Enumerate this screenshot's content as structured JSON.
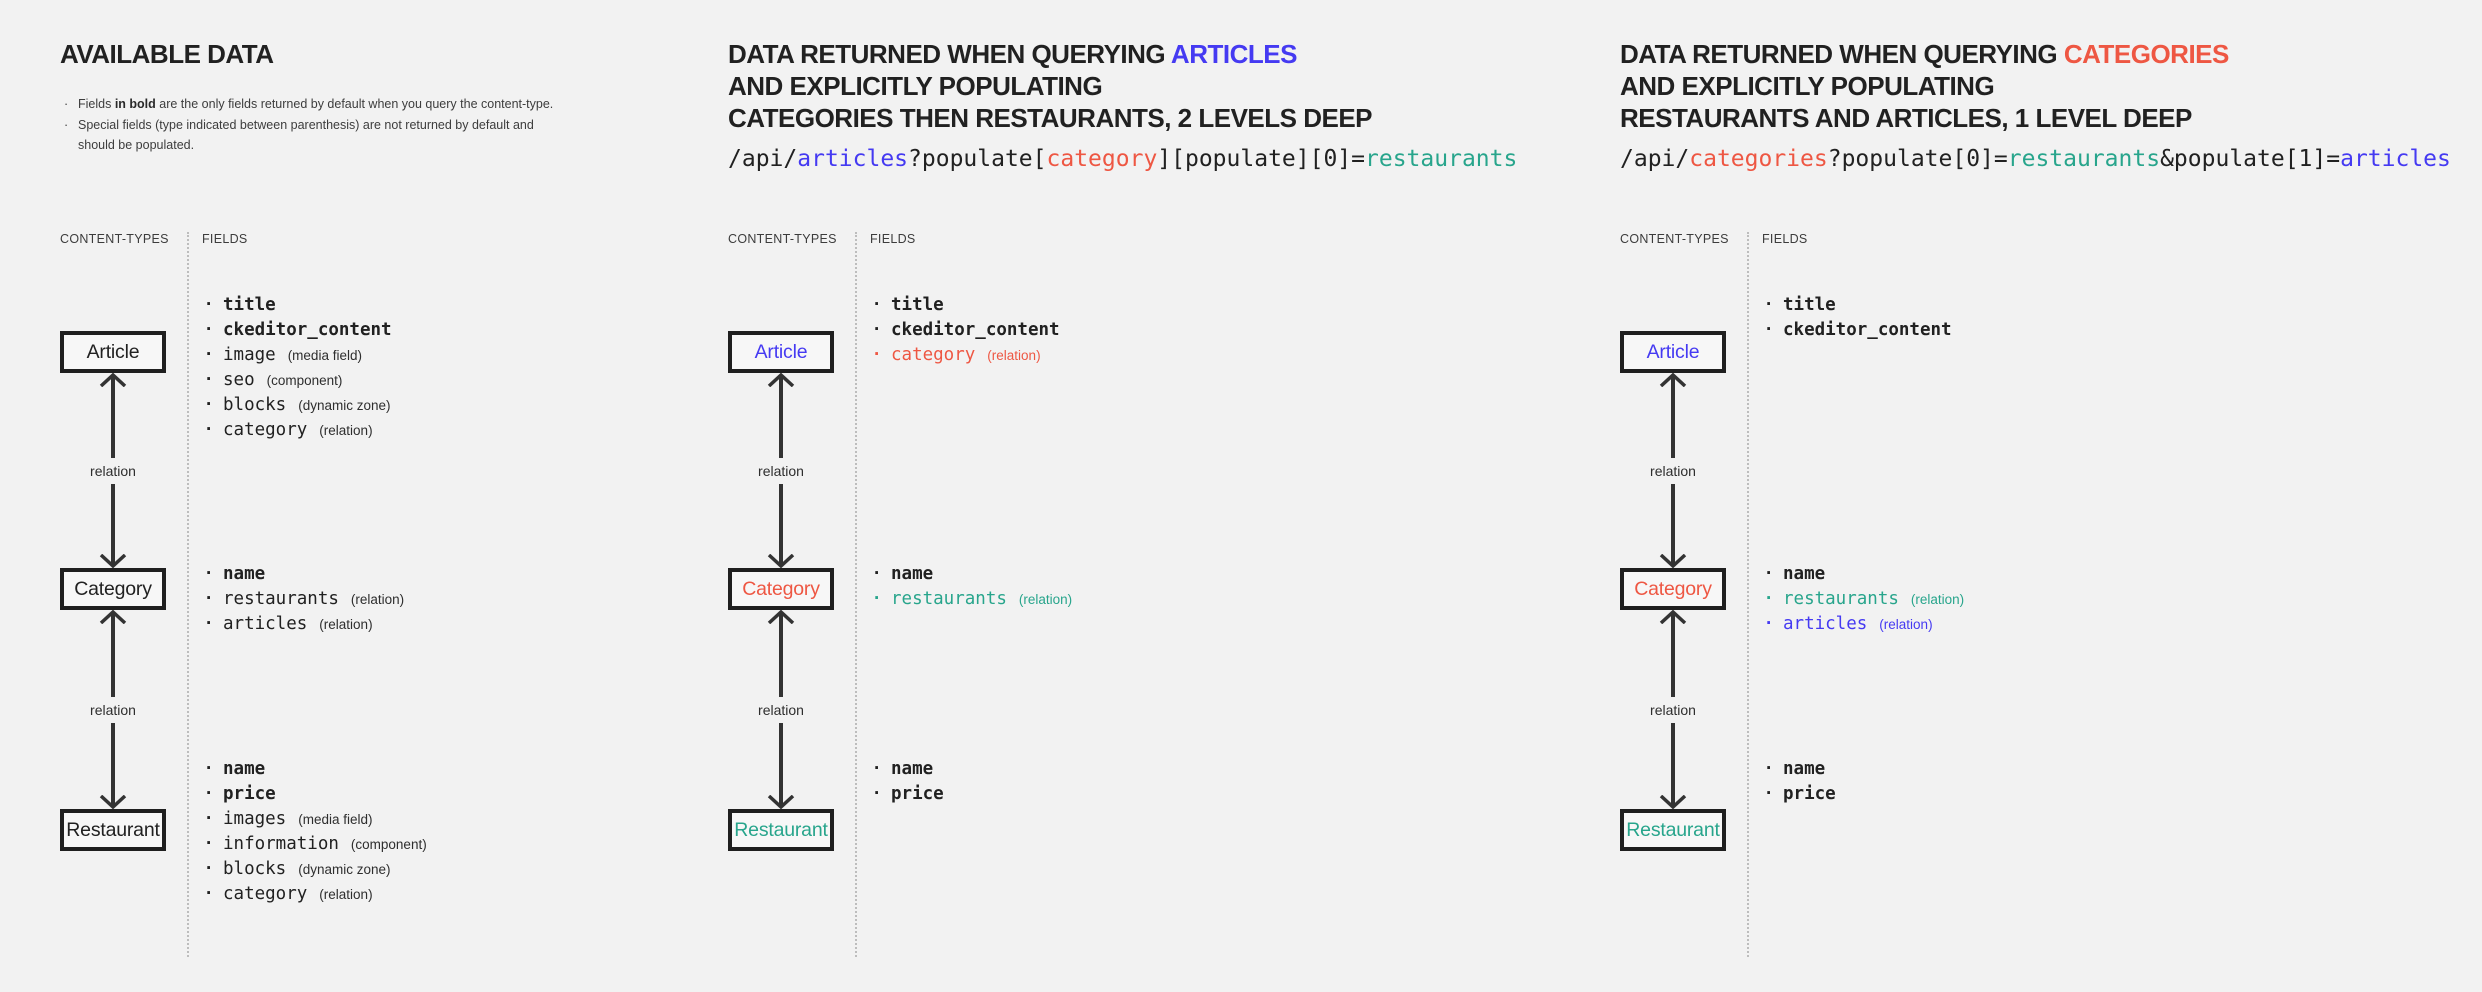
{
  "colors": {
    "background": "#f2f2f2",
    "dark": "#212121",
    "blue": "#453af2",
    "red": "#ee5743",
    "teal": "#28a58c"
  },
  "relation_label": "relation",
  "columns": [
    {
      "id": "available-data",
      "title_lines": [
        [
          {
            "t": "AVAILABLE DATA",
            "c": "dark"
          }
        ]
      ],
      "notes": [
        [
          {
            "t": "Fields ",
            "b": false
          },
          {
            "t": "in bold",
            "b": true
          },
          {
            "t": " are the only fields returned by default when you query the content-type.",
            "b": false
          }
        ],
        [
          {
            "t": "Special fields (type indicated between parenthesis) are not returned by default and should be populated.",
            "b": false
          }
        ]
      ],
      "code": [],
      "labels": {
        "content_types": "CONTENT-TYPES",
        "fields": "FIELDS"
      },
      "entities": [
        {
          "name": "Article",
          "color": "dark",
          "fields": [
            {
              "name": "title",
              "bold": true,
              "color": "dark",
              "note": ""
            },
            {
              "name": "ckeditor_content",
              "bold": true,
              "color": "dark",
              "note": ""
            },
            {
              "name": "image",
              "bold": false,
              "color": "dark",
              "note": "(media field)"
            },
            {
              "name": "seo",
              "bold": false,
              "color": "dark",
              "note": "(component)"
            },
            {
              "name": "blocks",
              "bold": false,
              "color": "dark",
              "note": "(dynamic zone)"
            },
            {
              "name": "category",
              "bold": false,
              "color": "dark",
              "note": "(relation)"
            }
          ]
        },
        {
          "name": "Category",
          "color": "dark",
          "fields": [
            {
              "name": "name",
              "bold": true,
              "color": "dark",
              "note": ""
            },
            {
              "name": "restaurants",
              "bold": false,
              "color": "dark",
              "note": "(relation)"
            },
            {
              "name": "articles",
              "bold": false,
              "color": "dark",
              "note": "(relation)"
            }
          ]
        },
        {
          "name": "Restaurant",
          "color": "dark",
          "fields": [
            {
              "name": "name",
              "bold": true,
              "color": "dark",
              "note": ""
            },
            {
              "name": "price",
              "bold": true,
              "color": "dark",
              "note": ""
            },
            {
              "name": "images",
              "bold": false,
              "color": "dark",
              "note": "(media field)"
            },
            {
              "name": "information",
              "bold": false,
              "color": "dark",
              "note": "(component)"
            },
            {
              "name": "blocks",
              "bold": false,
              "color": "dark",
              "note": "(dynamic zone)"
            },
            {
              "name": "category",
              "bold": false,
              "color": "dark",
              "note": "(relation)"
            }
          ]
        }
      ]
    },
    {
      "id": "query-articles",
      "title_lines": [
        [
          {
            "t": "DATA RETURNED WHEN QUERYING ",
            "c": "dark"
          },
          {
            "t": "ARTICLES",
            "c": "blue"
          }
        ],
        [
          {
            "t": "AND EXPLICITLY POPULATING",
            "c": "dark"
          }
        ],
        [
          {
            "t": "CATEGORIES THEN RESTAURANTS, 2 LEVELS DEEP",
            "c": "dark"
          }
        ]
      ],
      "notes": [],
      "code": [
        {
          "t": "/api/",
          "c": "dark"
        },
        {
          "t": "articles",
          "c": "blue"
        },
        {
          "t": "?populate[",
          "c": "dark"
        },
        {
          "t": "category",
          "c": "red"
        },
        {
          "t": "][populate][0]=",
          "c": "dark"
        },
        {
          "t": "restaurants",
          "c": "teal"
        }
      ],
      "labels": {
        "content_types": "CONTENT-TYPES",
        "fields": "FIELDS"
      },
      "entities": [
        {
          "name": "Article",
          "color": "blue",
          "fields": [
            {
              "name": "title",
              "bold": true,
              "color": "dark",
              "note": ""
            },
            {
              "name": "ckeditor_content",
              "bold": true,
              "color": "dark",
              "note": ""
            },
            {
              "name": "category",
              "bold": false,
              "color": "red",
              "note": "(relation)"
            }
          ]
        },
        {
          "name": "Category",
          "color": "red",
          "fields": [
            {
              "name": "name",
              "bold": true,
              "color": "dark",
              "note": ""
            },
            {
              "name": "restaurants",
              "bold": false,
              "color": "teal",
              "note": "(relation)"
            }
          ]
        },
        {
          "name": "Restaurant",
          "color": "teal",
          "fields": [
            {
              "name": "name",
              "bold": true,
              "color": "dark",
              "note": ""
            },
            {
              "name": "price",
              "bold": true,
              "color": "dark",
              "note": ""
            }
          ]
        }
      ]
    },
    {
      "id": "query-categories",
      "title_lines": [
        [
          {
            "t": "DATA RETURNED WHEN QUERYING ",
            "c": "dark"
          },
          {
            "t": "CATEGORIES",
            "c": "red"
          }
        ],
        [
          {
            "t": "AND EXPLICITLY POPULATING",
            "c": "dark"
          }
        ],
        [
          {
            "t": "RESTAURANTS AND ARTICLES, 1 LEVEL DEEP",
            "c": "dark"
          }
        ]
      ],
      "notes": [],
      "code": [
        {
          "t": "/api/",
          "c": "dark"
        },
        {
          "t": "categories",
          "c": "red"
        },
        {
          "t": "?populate[0]=",
          "c": "dark"
        },
        {
          "t": "restaurants",
          "c": "teal"
        },
        {
          "t": "&populate[1]=",
          "c": "dark"
        },
        {
          "t": "articles",
          "c": "blue"
        }
      ],
      "labels": {
        "content_types": "CONTENT-TYPES",
        "fields": "FIELDS"
      },
      "entities": [
        {
          "name": "Article",
          "color": "blue",
          "fields": [
            {
              "name": "title",
              "bold": true,
              "color": "dark",
              "note": ""
            },
            {
              "name": "ckeditor_content",
              "bold": true,
              "color": "dark",
              "note": ""
            }
          ]
        },
        {
          "name": "Category",
          "color": "red",
          "fields": [
            {
              "name": "name",
              "bold": true,
              "color": "dark",
              "note": ""
            },
            {
              "name": "restaurants",
              "bold": false,
              "color": "teal",
              "note": "(relation)"
            },
            {
              "name": "articles",
              "bold": false,
              "color": "blue",
              "note": "(relation)"
            }
          ]
        },
        {
          "name": "Restaurant",
          "color": "teal",
          "fields": [
            {
              "name": "name",
              "bold": true,
              "color": "dark",
              "note": ""
            },
            {
              "name": "price",
              "bold": true,
              "color": "dark",
              "note": ""
            }
          ]
        }
      ]
    }
  ]
}
